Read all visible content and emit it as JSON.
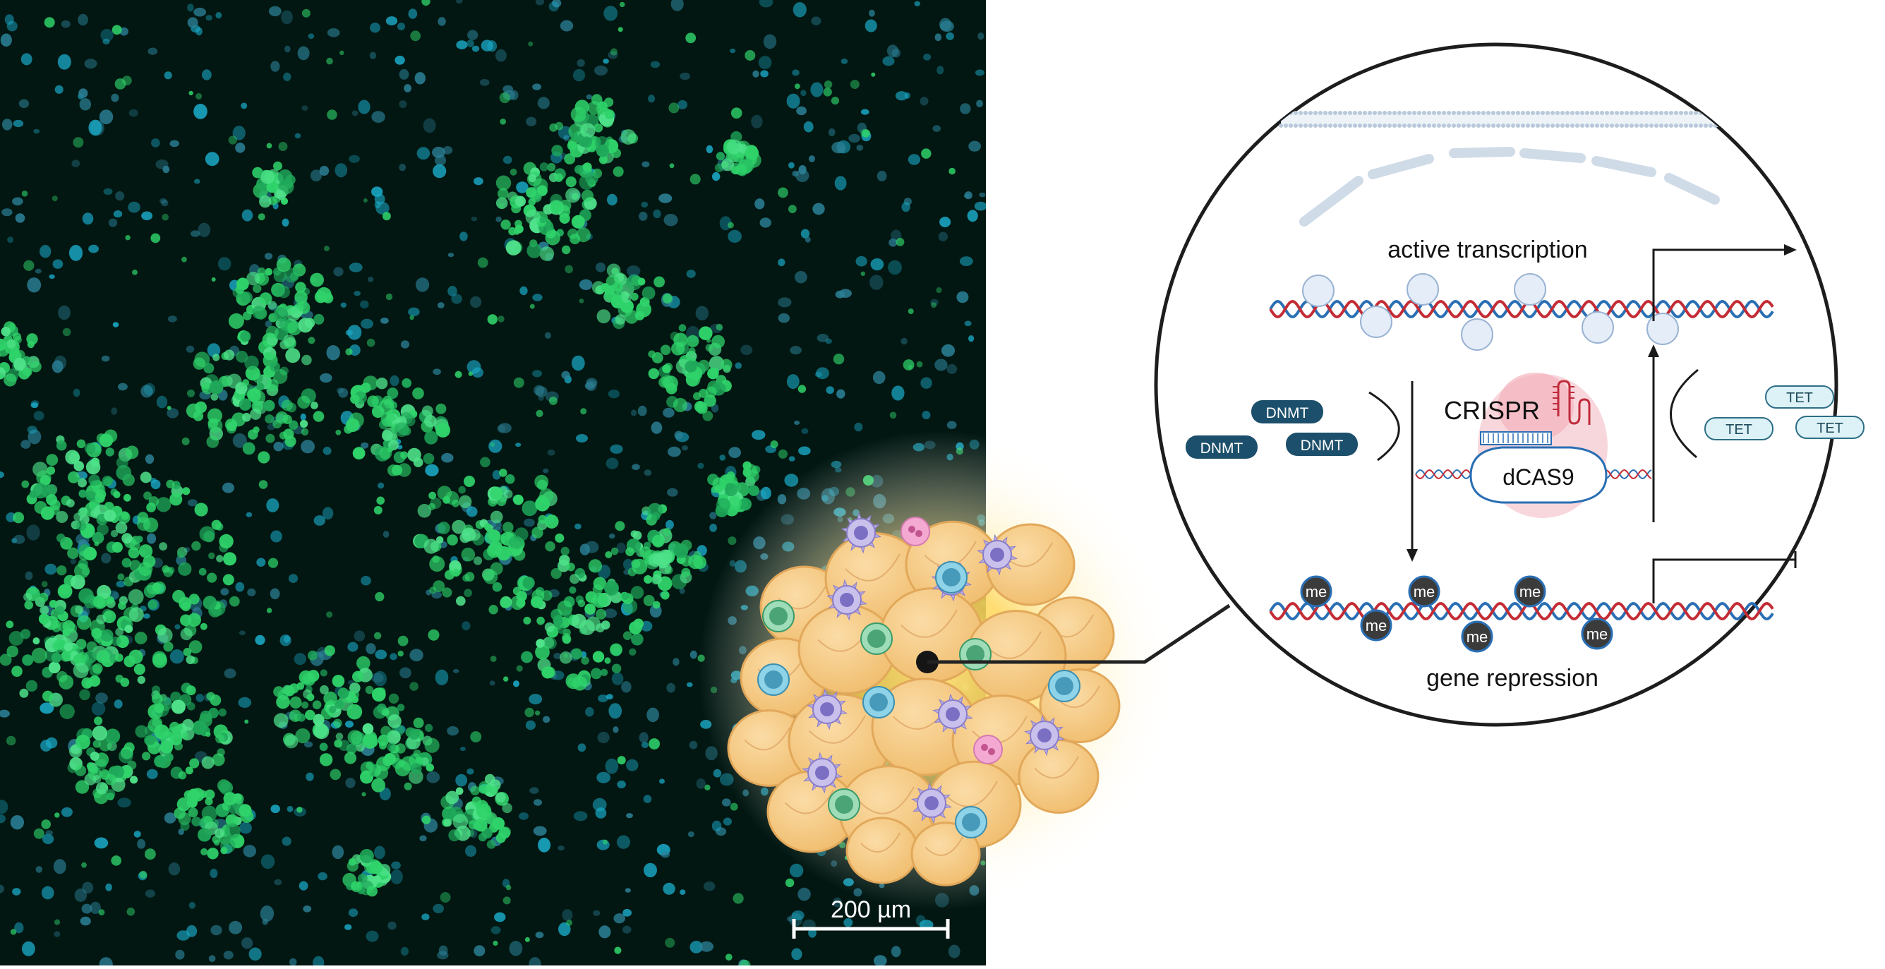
{
  "micrograph": {
    "scale_bar_label": "200 µm"
  },
  "diagram": {
    "active_label": "active transcription",
    "repression_label": "gene repression",
    "crispr_label": "CRISPR",
    "dcas9_label": "dCAS9",
    "dnmt_labels": [
      "DNMT",
      "DNMT",
      "DNMT"
    ],
    "tet_labels": [
      "TET",
      "TET",
      "TET"
    ],
    "methyl_labels": [
      "me",
      "me",
      "me",
      "me",
      "me",
      "me"
    ]
  },
  "colors": {
    "micrograph_bg": "#021712",
    "green_cells": "#2fd36a",
    "cyan_nuclei": "#1aa7c4",
    "glow": "#ffd75a",
    "adipocyte": "#f7cd8c",
    "dnmt": "#1c4f6b",
    "tet": "#dcf2f7",
    "dna_red": "#c42c35",
    "dna_blue": "#2a6fb4",
    "crispr_pink": "#f3b8c1",
    "methyl": "#3b3b3b"
  }
}
